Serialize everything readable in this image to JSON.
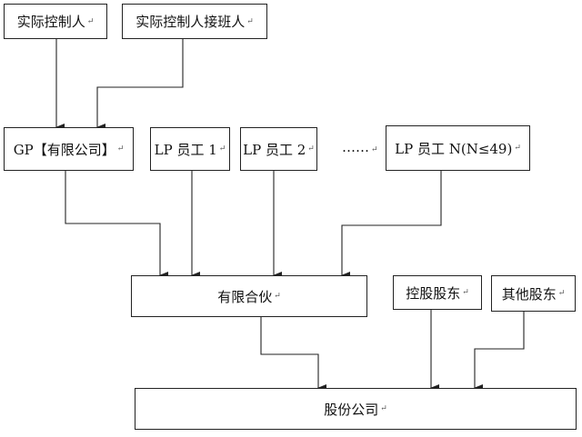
{
  "paragraph_mark": "↵",
  "nodes": {
    "actual_controller": "实际控制人",
    "successor": "实际控制人接班人",
    "gp": "GP【有限公司】",
    "lp1": "LP 员工 1",
    "lp2": "LP 员工 2",
    "ellipsis": "……",
    "lpn": "LP 员工 N(N≤49)",
    "partnership": "有限合伙",
    "controlling_shareholder": "控股股东",
    "other_shareholders": "其他股东",
    "company": "股份公司"
  }
}
